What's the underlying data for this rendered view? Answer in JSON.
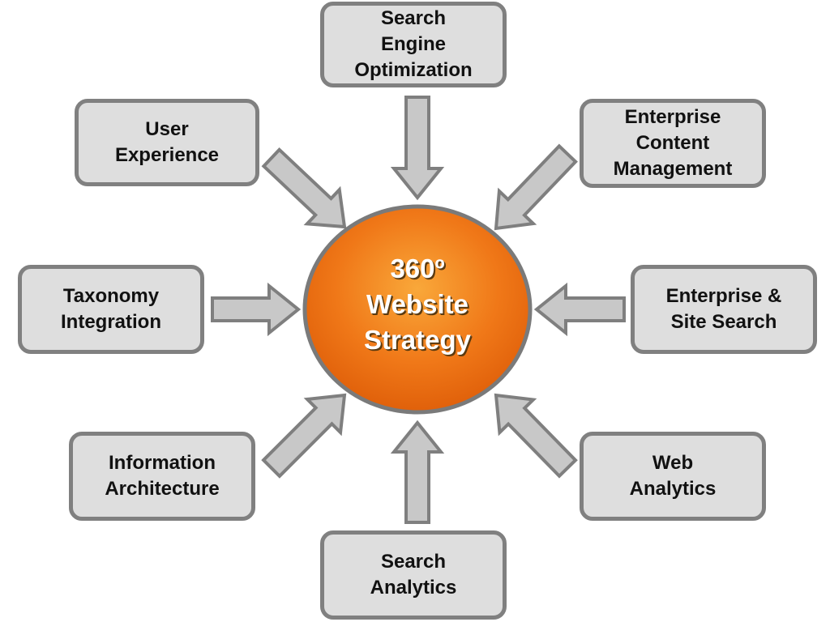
{
  "center": {
    "label": "360º\nWebsite\nStrategy",
    "color": "#f07818"
  },
  "nodes": [
    {
      "id": "seo",
      "label": "Search\nEngine\nOptimization"
    },
    {
      "id": "ux",
      "label": "User\nExperience"
    },
    {
      "id": "ecm",
      "label": "Enterprise\nContent\nManagement"
    },
    {
      "id": "taxonomy",
      "label": "Taxonomy\nIntegration"
    },
    {
      "id": "site-search",
      "label": "Enterprise &\nSite Search"
    },
    {
      "id": "ia",
      "label": "Information\nArchitecture"
    },
    {
      "id": "web-analytics",
      "label": "Web\nAnalytics"
    },
    {
      "id": "search-analytics",
      "label": "Search\nAnalytics"
    }
  ],
  "colors": {
    "box_fill": "#dedede",
    "box_border": "#808080",
    "arrow_fill": "#c8c8c8"
  }
}
